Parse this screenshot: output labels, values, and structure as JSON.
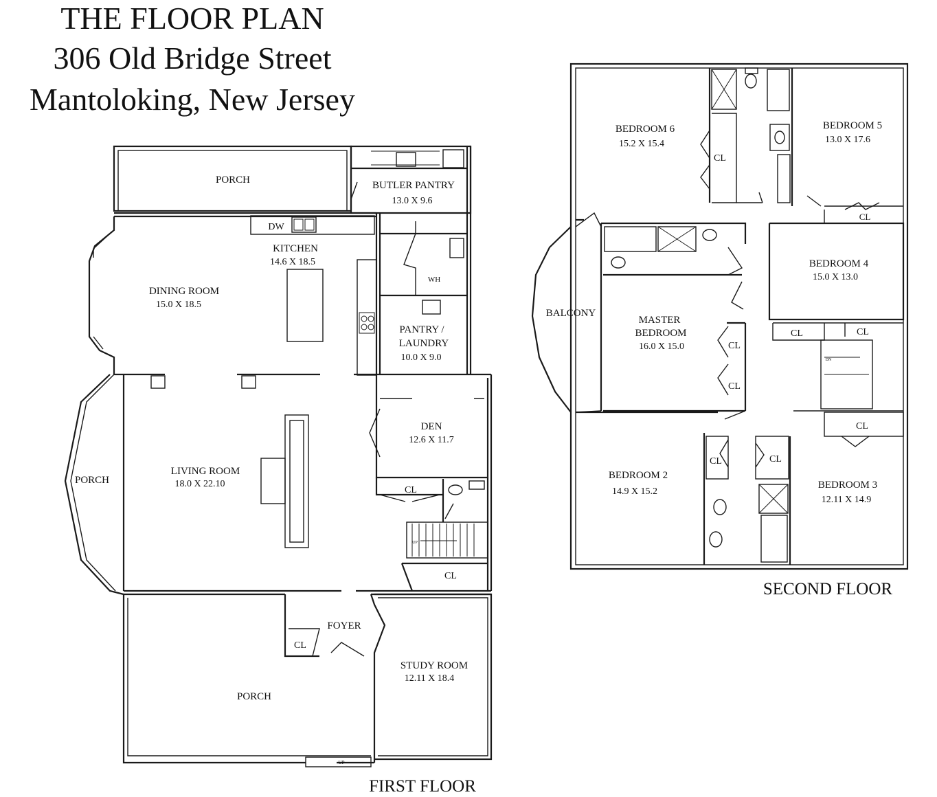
{
  "title": {
    "line1": "THE FLOOR PLAN",
    "line2": "306 Old Bridge Street",
    "line3": "Mantoloking, New Jersey"
  },
  "floors": {
    "first": {
      "caption": "FIRST FLOOR",
      "rooms": {
        "porch_top": {
          "name": "PORCH"
        },
        "butler_pantry": {
          "name": "BUTLER PANTRY",
          "dims": "13.0 X 9.6"
        },
        "kitchen": {
          "name": "KITCHEN",
          "dims": "14.6 X 18.5"
        },
        "dining": {
          "name": "DINING ROOM",
          "dims": "15.0 X 18.5"
        },
        "pantry": {
          "name": "PANTRY /",
          "name2": "LAUNDRY",
          "dims": "10.0 X 9.0"
        },
        "den": {
          "name": "DEN",
          "dims": "12.6 X 11.7"
        },
        "living": {
          "name": "LIVING ROOM",
          "dims": "18.0 X 22.10"
        },
        "porch_left": {
          "name": "PORCH"
        },
        "foyer": {
          "name": "FOYER"
        },
        "porch_bottom": {
          "name": "PORCH"
        },
        "study": {
          "name": "STUDY ROOM",
          "dims": "12.11 X 18.4"
        }
      },
      "fixtures": {
        "dw": "DW",
        "wh": "WH",
        "up_stair": "UP",
        "up_porch": "UP"
      },
      "closets": [
        "CL",
        "CL",
        "CL"
      ]
    },
    "second": {
      "caption": "SECOND FLOOR",
      "rooms": {
        "bedroom6": {
          "name": "BEDROOM 6",
          "dims": "15.2 X 15.4"
        },
        "bedroom5": {
          "name": "BEDROOM 5",
          "dims": "13.0 X 17.6"
        },
        "bedroom4": {
          "name": "BEDROOM 4",
          "dims": "15.0 X 13.0"
        },
        "balcony": {
          "name": "BALCONY"
        },
        "master": {
          "name": "MASTER",
          "name2": "BEDROOM",
          "dims": "16.0 X 15.0"
        },
        "bedroom2": {
          "name": "BEDROOM 2",
          "dims": "14.9 X 15.2"
        },
        "bedroom3": {
          "name": "BEDROOM 3",
          "dims": "12.11 X 14.9"
        }
      },
      "fixtures": {
        "dn_stair": "DN"
      },
      "closets": [
        "CL",
        "CL",
        "CL",
        "CL",
        "CL",
        "CL",
        "CL",
        "CL",
        "CL"
      ]
    }
  }
}
